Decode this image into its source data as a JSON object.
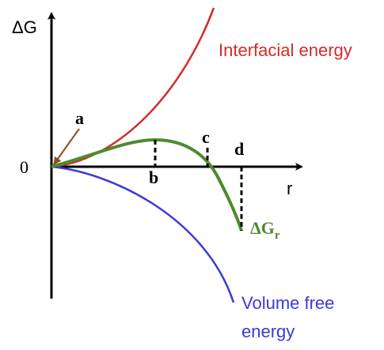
{
  "axes": {
    "y_label": "ΔG",
    "x_label": "r",
    "origin_label": "0"
  },
  "points": {
    "a": "a",
    "b": "b",
    "c": "c",
    "d": "d"
  },
  "curves": {
    "interfacial": {
      "label": "Interfacial energy",
      "color": "#d42a2a"
    },
    "volume": {
      "label_line1": "Volume free",
      "label_line2": "energy",
      "color": "#3a3ad6"
    },
    "total": {
      "label_main": "ΔG",
      "label_sub": "r",
      "color": "#4e8a2e"
    }
  },
  "pointer_color": "#8b4a1f"
}
